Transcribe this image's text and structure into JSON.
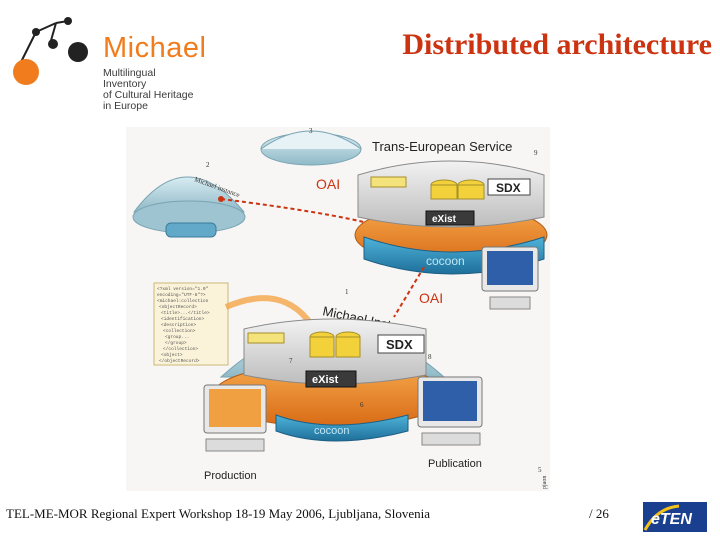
{
  "logo": {
    "name": "Michael",
    "lines": [
      "Multilingual",
      "Inventory",
      "of Cultural Heritage",
      "in Europe"
    ]
  },
  "title": "Distributed architecture",
  "figure": {
    "trans_european": "Trans-European Service",
    "oai_top": "OAI",
    "oai_right": "OAI",
    "instance_label": "Michael Instance",
    "sdx_top": "SDX",
    "sdx_bottom": "SDX",
    "exist_top": "eXist",
    "exist_bottom": "eXist",
    "cocoon_top": "cocoon",
    "cocoon_bottom": "cocoon",
    "production": "Production",
    "publication": "Publication",
    "num_1": "1",
    "num_2": "2",
    "num_3": "3",
    "num_5": "5",
    "num_6": "6",
    "num_7": "7",
    "num_8": "8",
    "num_9": "9",
    "credit": "pjaon",
    "node_left_label": "Michael instance",
    "xml_lines": [
      "<?xml version=\"1.0\"",
      "encoding=\"UTF-8\"?>",
      "<michael:collection",
      "<objectRecord>",
      "<title>...</title>",
      "<identification>",
      "<description>",
      "<collection>",
      "<group...",
      "</group>",
      "</collection>",
      "<object>",
      "</objectRecord>"
    ]
  },
  "footer": "TEL-ME-MOR Regional Expert Workshop 18-19 May 2006, Ljubljana, Slovenia",
  "page_number": "/  26",
  "eten_logo": "eTEN",
  "colors": {
    "title": "#cc3311",
    "logo_orange": "#f07c1e",
    "logo_dark": "#222222"
  }
}
